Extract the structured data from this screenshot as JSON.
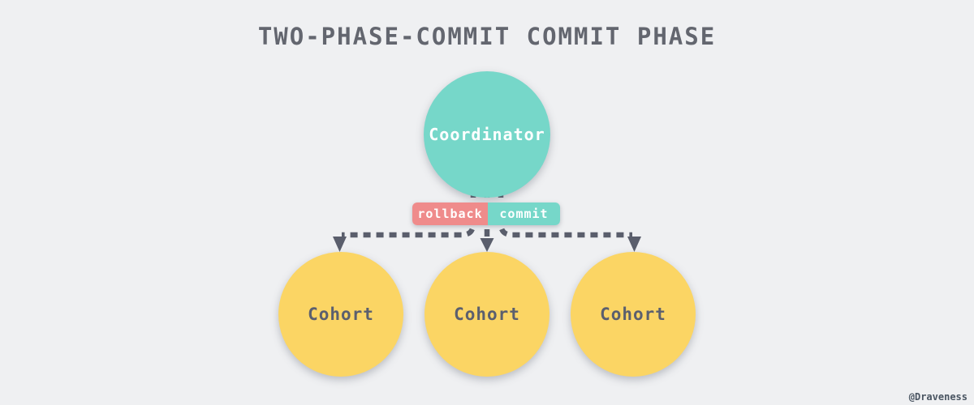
{
  "title": "TWO-PHASE-COMMIT COMMIT PHASE",
  "watermark": "@Draveness",
  "colors": {
    "background": "#eff0f2",
    "coordinator_fill": "#76d7c9",
    "cohort_fill": "#fbd564",
    "rollback_fill": "#ef8b8b",
    "commit_fill": "#76d7c9",
    "arrow_line": "#5a5e6c",
    "title_text": "#63666f",
    "dark_node_text": "#5b5f6e",
    "light_node_text": "#ffffff"
  },
  "diagram": {
    "type": "tree",
    "coordinator": {
      "label": "Coordinator"
    },
    "edge_labels": {
      "rollback": "rollback",
      "commit": "commit"
    },
    "cohorts": [
      {
        "label": "Cohort"
      },
      {
        "label": "Cohort"
      },
      {
        "label": "Cohort"
      }
    ],
    "edges": [
      {
        "from": "coordinator",
        "to": "cohort-left",
        "style": "dashed-arrow"
      },
      {
        "from": "coordinator",
        "to": "cohort-center",
        "style": "dashed-arrow"
      },
      {
        "from": "coordinator",
        "to": "cohort-right",
        "style": "dashed-arrow"
      }
    ]
  }
}
